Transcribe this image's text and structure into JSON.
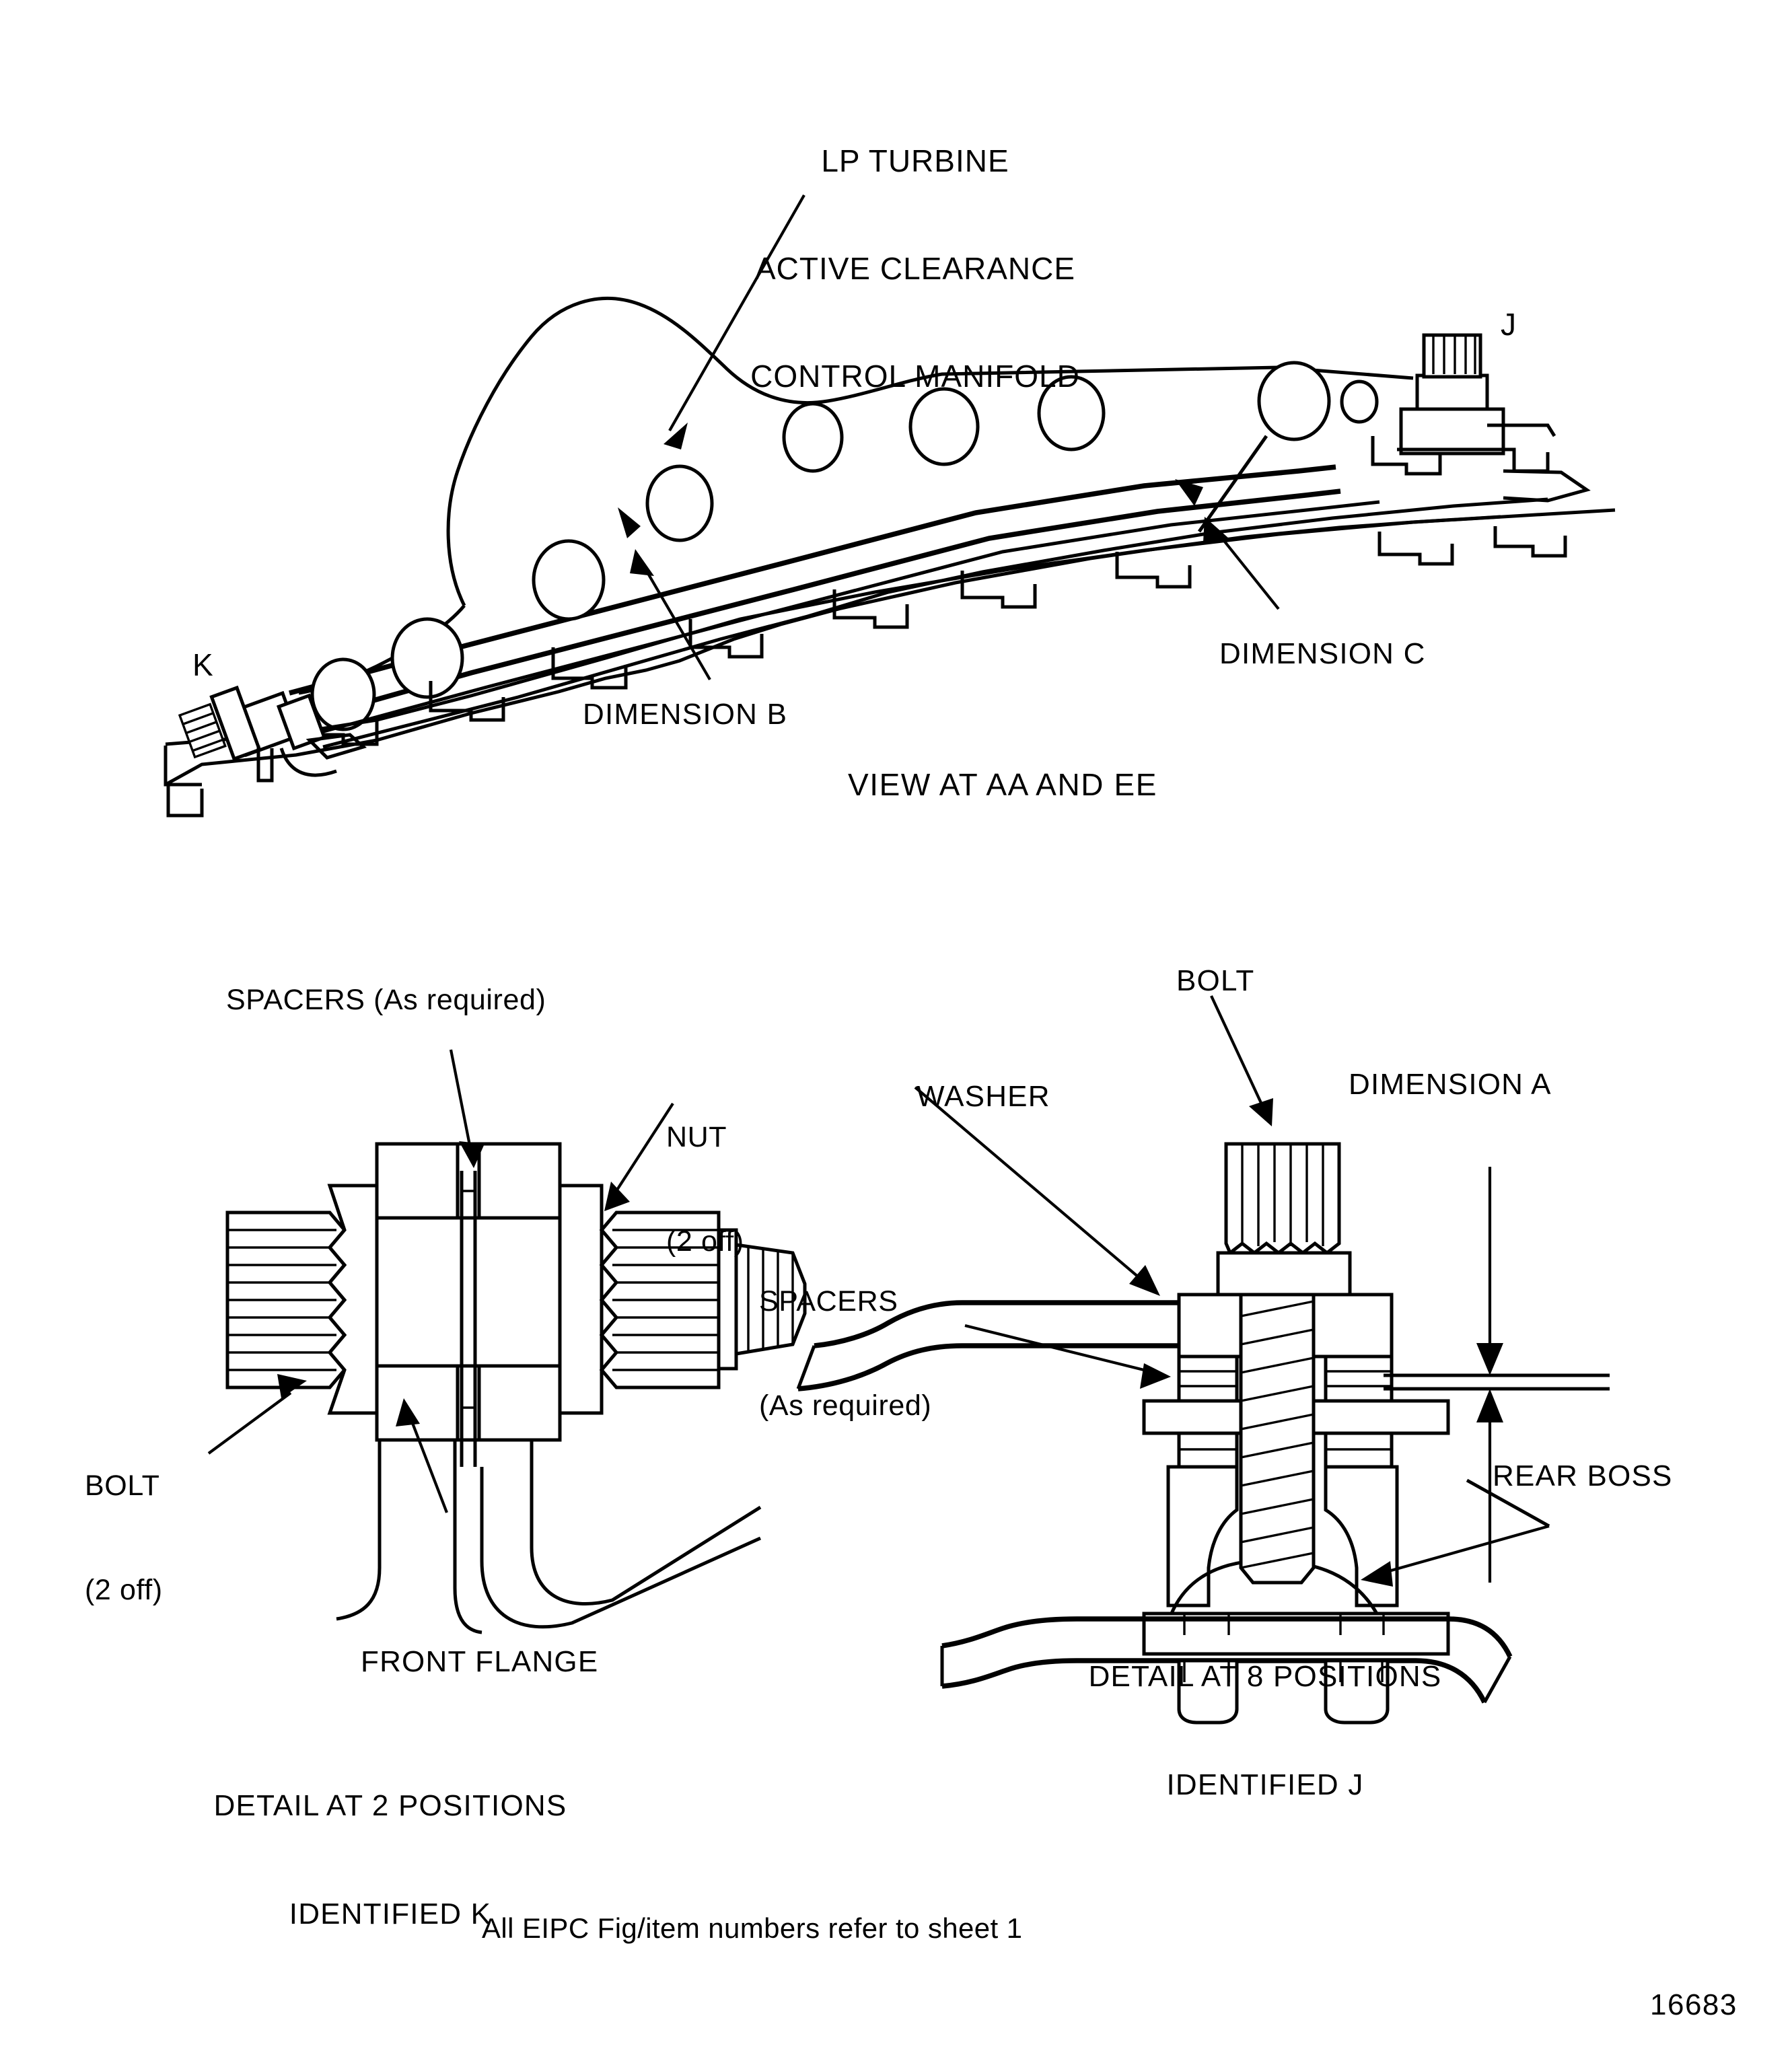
{
  "figure": {
    "number": "16683",
    "note": "All EIPC Fig/item numbers refer to sheet 1"
  },
  "top_view": {
    "title_line1": "LP TURBINE",
    "title_line2": "ACTIVE CLEARANCE",
    "title_line3": "CONTROL MANIFOLD",
    "caption": "VIEW AT AA AND EE",
    "callouts": {
      "dimension_b": "DIMENSION B",
      "dimension_c": "DIMENSION C",
      "position_j": "J",
      "position_k": "K"
    }
  },
  "detail_k": {
    "caption_line1": "DETAIL AT 2 POSITIONS",
    "caption_line2": "IDENTIFIED K",
    "labels": {
      "spacers": "SPACERS (As required)",
      "nut_line1": "NUT",
      "nut_line2": "(2 off)",
      "bolt_line1": "BOLT",
      "bolt_line2": "(2 off)",
      "front_flange": "FRONT FLANGE"
    }
  },
  "detail_j": {
    "caption_line1": "DETAIL AT 8 POSITIONS",
    "caption_line2": "IDENTIFIED J",
    "labels": {
      "bolt": "BOLT",
      "washer": "WASHER",
      "spacers_line1": "SPACERS",
      "spacers_line2": "(As required)",
      "dimension_a": "DIMENSION A",
      "rear_boss": "REAR BOSS"
    }
  },
  "colors": {
    "ink": "#000000",
    "paper": "#ffffff"
  }
}
